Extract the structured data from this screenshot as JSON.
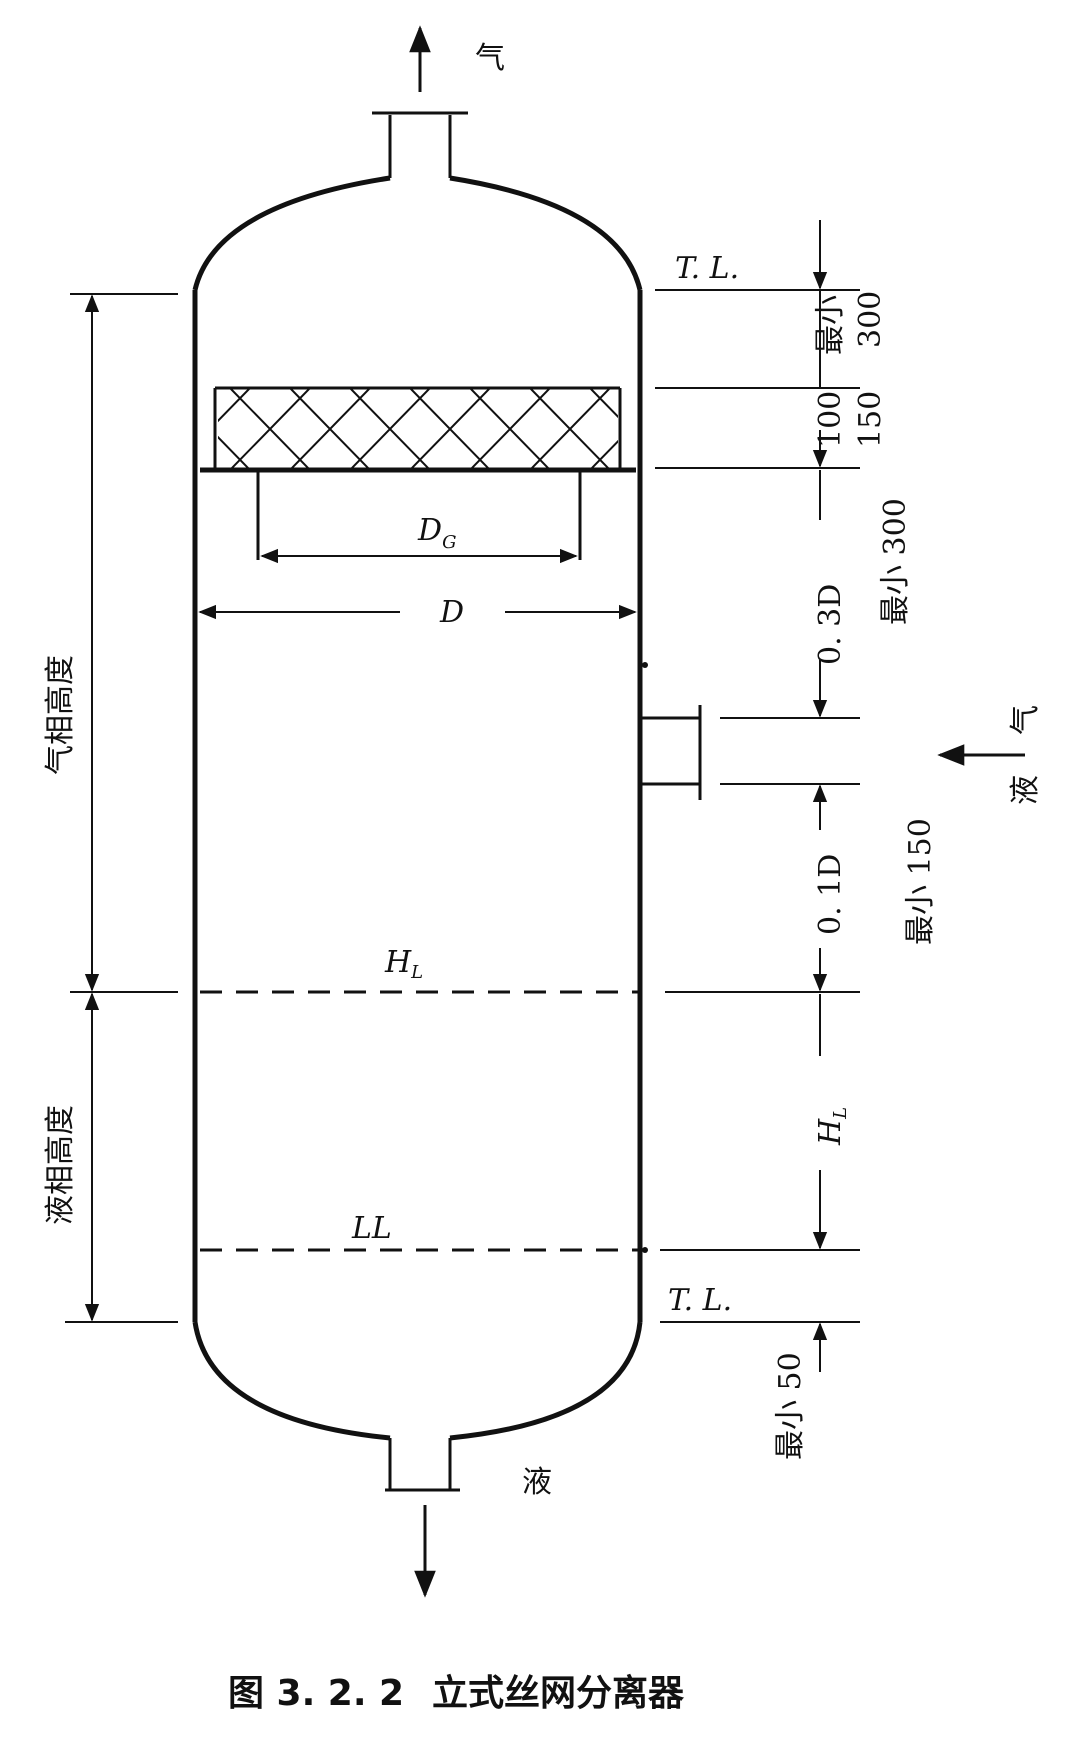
{
  "labels": {
    "top_gas": "气",
    "tl_top": "T. L.",
    "min300_top": "最小",
    "val300_top": "300",
    "val100": "100",
    "val150": "150",
    "dg_main": "D",
    "dg_sub": "G",
    "d_label": "D",
    "dim_03d": "0. 3D",
    "min300_right": "最小 300",
    "inlet_gas": "气",
    "inlet_liquid": "液",
    "dim_01d": "0. 1D",
    "min150": "最小 150",
    "hl_inside_main": "H",
    "hl_inside_sub": "L",
    "hl_right_main": "H",
    "hl_right_sub": "L",
    "ll": "LL",
    "tl_bottom": "T. L.",
    "min50": "最小 50",
    "bottom_liquid": "液",
    "gas_height": "气相高度",
    "liquid_height": "液相高度"
  },
  "caption": {
    "figure_no": "图 3. 2. 2",
    "title": "立式丝网分离器"
  }
}
